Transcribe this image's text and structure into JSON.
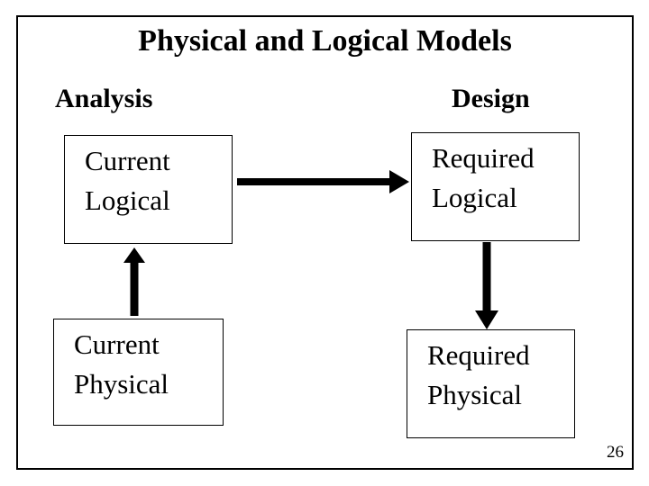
{
  "slide": {
    "title": "Physical and Logical Models",
    "page_number": "26",
    "columns": {
      "left_header": "Analysis",
      "right_header": "Design"
    },
    "boxes": [
      {
        "id": "current-logical",
        "line1": "Current",
        "line2": "Logical"
      },
      {
        "id": "required-logical",
        "line1": "Required",
        "line2": "Logical"
      },
      {
        "id": "current-physical",
        "line1": "Current",
        "line2": "Physical"
      },
      {
        "id": "required-physical",
        "line1": "Required",
        "line2": "Physical"
      }
    ],
    "arrows": [
      {
        "name": "current-logical-to-required-logical",
        "direction": "right"
      },
      {
        "name": "current-physical-to-current-logical",
        "direction": "up"
      },
      {
        "name": "required-logical-to-required-physical",
        "direction": "down"
      }
    ],
    "colors": {
      "background": "#ffffff",
      "border": "#000000",
      "text": "#000000",
      "arrow": "#000000"
    }
  }
}
